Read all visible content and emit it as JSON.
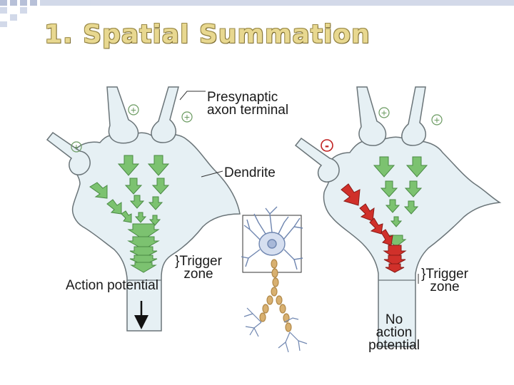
{
  "slide": {
    "title": "1. Spatial Summation"
  },
  "labels": {
    "presynaptic_line1": "Presynaptic",
    "presynaptic_line2": "axon terminal",
    "dendrite": "Dendrite",
    "trigger_left_line1": "}Trigger",
    "trigger_left_line2": "zone",
    "action_potential": "Action potential",
    "trigger_right_line1": "}Trigger",
    "trigger_right_line2": "zone",
    "no_ap_line1": "No",
    "no_ap_line2": "action",
    "no_ap_line3": "potential"
  },
  "signs": {
    "excitatory": "+",
    "inhibitory": "-"
  },
  "colors": {
    "title_fill": "#e8d890",
    "cell_fill": "#e6f0f4",
    "cell_stroke": "#6a7478",
    "excitatory_green": "#7cc270",
    "inhibitory_red": "#d0302a",
    "neuron_blue": "#6f86b0",
    "axon_tan": "#c8a060"
  }
}
